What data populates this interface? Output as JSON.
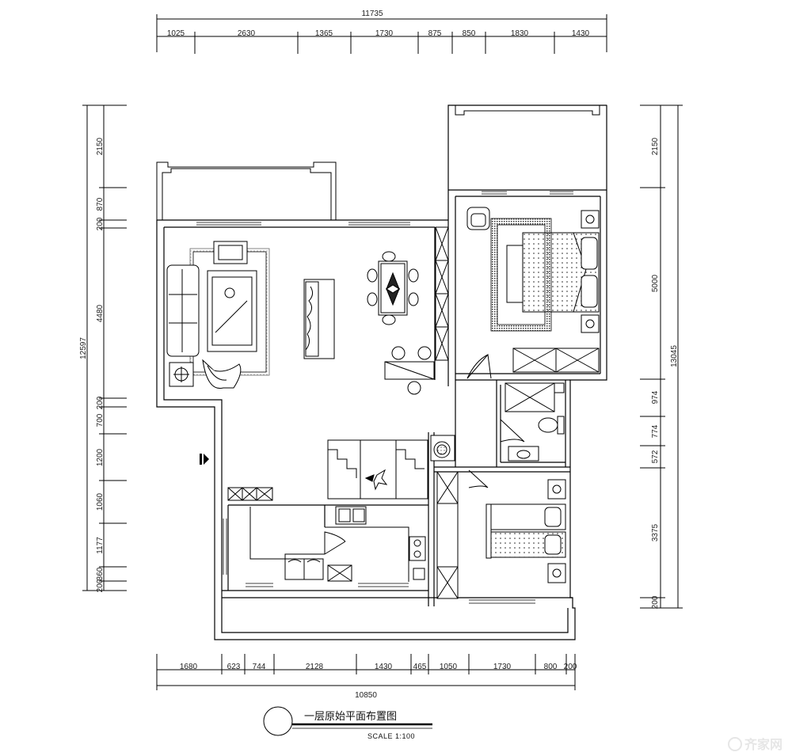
{
  "dimensions": {
    "top_total": "11735",
    "top": [
      "1025",
      "2630",
      "1365",
      "1730",
      "875",
      "850",
      "1830",
      "1430"
    ],
    "bottom_total": "10850",
    "bottom": [
      "1680",
      "623",
      "744",
      "2128",
      "1430",
      "465",
      "1050",
      "1730",
      "800",
      "200"
    ],
    "left_total": "12597",
    "left": [
      "2150",
      "870",
      "200",
      "4480",
      "200",
      "700",
      "1200",
      "1060",
      "1177",
      "360",
      "200"
    ],
    "right_total": "13045",
    "right": [
      "2150",
      "5000",
      "974",
      "774",
      "572",
      "3375",
      "200"
    ]
  },
  "title": {
    "text": "一层原始平面布置图",
    "scale": "SCALE 1:100"
  },
  "watermark": "齐家网"
}
